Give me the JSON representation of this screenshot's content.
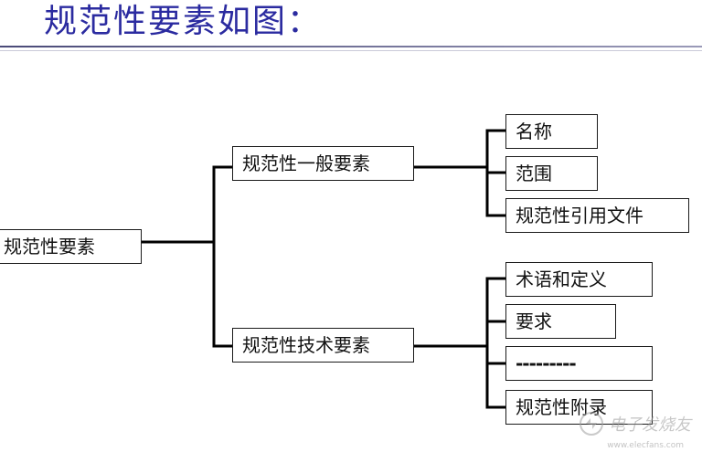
{
  "slide": {
    "title": "规范性要素如图："
  },
  "tree": {
    "root": {
      "label": "规范性要素"
    },
    "general": {
      "label": "规范性一般要素",
      "children": [
        "名称",
        "范围",
        "规范性引用文件"
      ]
    },
    "technical": {
      "label": "规范性技术要素",
      "children": [
        "术语和定义",
        "要求",
        "---------",
        "规范性附录"
      ]
    }
  },
  "colors": {
    "title": "#2b2ba0",
    "line": "#000000"
  },
  "watermark": {
    "text": "电子发烧友",
    "url": "www.elecfans.com"
  }
}
